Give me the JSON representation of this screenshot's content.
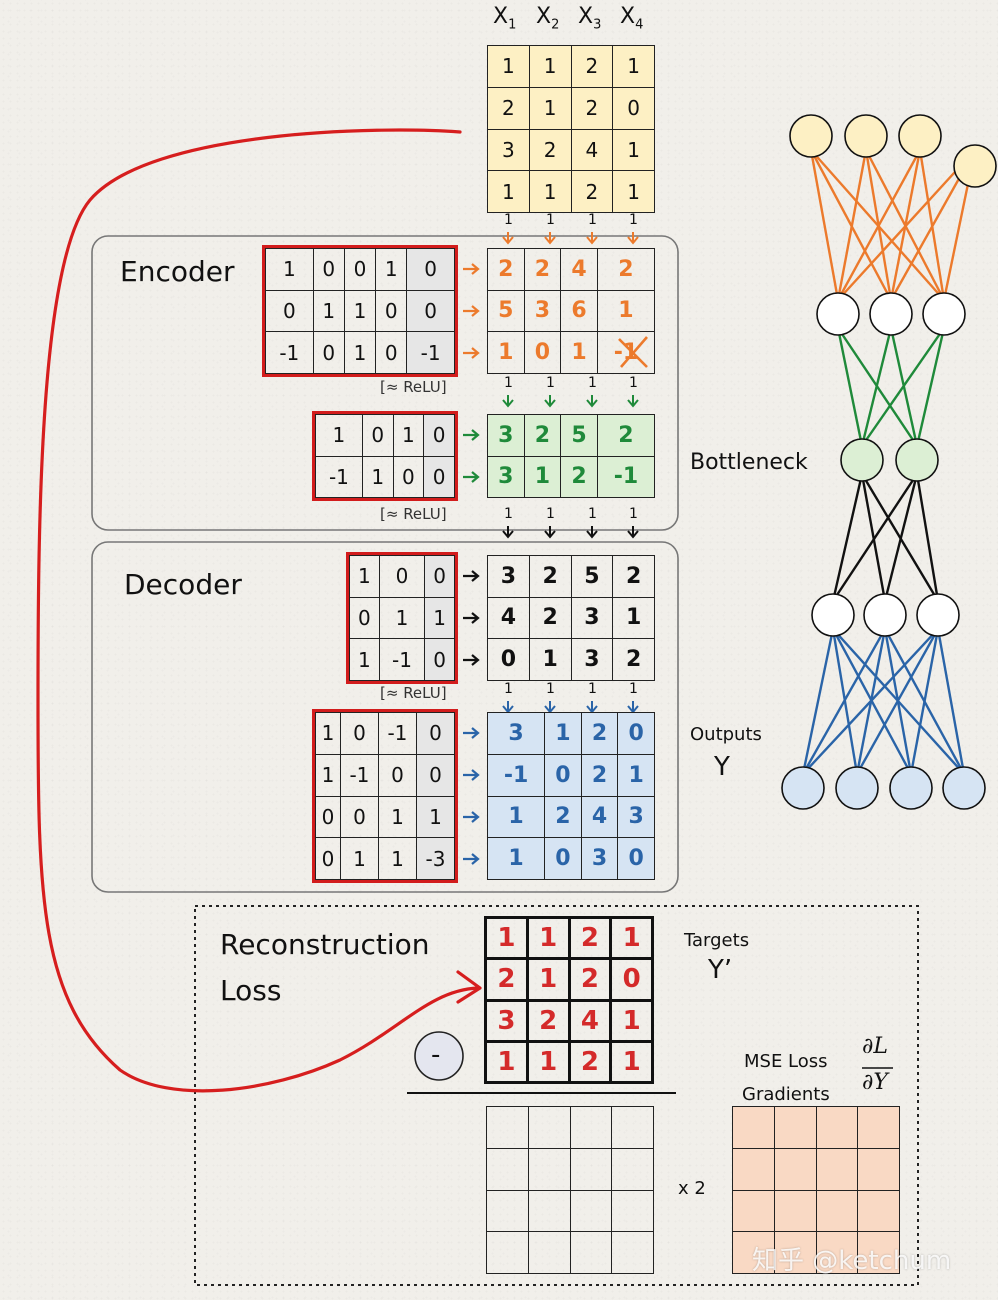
{
  "colors": {
    "input_fill": "#fdf0c4",
    "encoder1_ink": "#ec7a2c",
    "encoder2_ink": "#1f8a3a",
    "encoder2_fill": "#dcefd4",
    "decoder1_ink": "#111111",
    "decoder2_ink": "#2a64a8",
    "decoder2_fill": "#d6e4f3",
    "target_ink": "#d42a2a",
    "weight_border": "#d21c1c",
    "gradient_fill": "#f9d9c4",
    "loop_arrow": "#d61e1e"
  },
  "inputs": {
    "headers": [
      "X",
      "X",
      "X",
      "X"
    ],
    "header_subs": [
      "1",
      "2",
      "3",
      "4"
    ],
    "matrix": [
      [
        "1",
        "1",
        "2",
        "1"
      ],
      [
        "2",
        "1",
        "2",
        "0"
      ],
      [
        "3",
        "2",
        "4",
        "1"
      ],
      [
        "1",
        "1",
        "2",
        "1"
      ]
    ]
  },
  "encoder": {
    "title": "Encoder",
    "bias_markers_1": [
      "1",
      "1",
      "1",
      "1"
    ],
    "weights_1": [
      [
        "1",
        "0",
        "0",
        "1",
        "0"
      ],
      [
        "0",
        "1",
        "1",
        "0",
        "0"
      ],
      [
        "-1",
        "0",
        "1",
        "0",
        "-1"
      ]
    ],
    "output_1": [
      [
        "2",
        "2",
        "4",
        "2"
      ],
      [
        "5",
        "3",
        "6",
        "1"
      ],
      [
        "1",
        "0",
        "1",
        "-1"
      ]
    ],
    "relu_1": "[≈ ReLU]",
    "bias_markers_2": [
      "1",
      "1",
      "1",
      "1"
    ],
    "weights_2": [
      [
        "1",
        "0",
        "1",
        "0"
      ],
      [
        "-1",
        "1",
        "0",
        "0"
      ]
    ],
    "output_2": [
      [
        "3",
        "2",
        "5",
        "2"
      ],
      [
        "3",
        "1",
        "2",
        "-1"
      ]
    ],
    "relu_2": "[≈ ReLU]"
  },
  "decoder": {
    "title": "Decoder",
    "bias_markers_1": [
      "1",
      "1",
      "1",
      "1"
    ],
    "weights_1": [
      [
        "1",
        "0",
        "0"
      ],
      [
        "0",
        "1",
        "1"
      ],
      [
        "1",
        "-1",
        "0"
      ]
    ],
    "output_1": [
      [
        "3",
        "2",
        "5",
        "2"
      ],
      [
        "4",
        "2",
        "3",
        "1"
      ],
      [
        "0",
        "1",
        "3",
        "2"
      ]
    ],
    "relu_1": "[≈ ReLU]",
    "bias_markers_2": [
      "1",
      "1",
      "1",
      "1"
    ],
    "weights_2": [
      [
        "1",
        "0",
        "-1",
        "0"
      ],
      [
        "1",
        "-1",
        "0",
        "0"
      ],
      [
        "0",
        "0",
        "1",
        "1"
      ],
      [
        "0",
        "1",
        "1",
        "-3"
      ]
    ],
    "output_2": [
      [
        "3",
        "1",
        "2",
        "0"
      ],
      [
        "-1",
        "0",
        "2",
        "1"
      ],
      [
        "1",
        "2",
        "4",
        "3"
      ],
      [
        "1",
        "0",
        "3",
        "0"
      ]
    ]
  },
  "loss": {
    "title_line1": "Reconstruction",
    "title_line2": "Loss",
    "minus_symbol": "-",
    "targets_label": "Targets",
    "targets_symbol": "Y’",
    "targets": [
      [
        "1",
        "1",
        "2",
        "1"
      ],
      [
        "2",
        "1",
        "2",
        "0"
      ],
      [
        "3",
        "2",
        "4",
        "1"
      ],
      [
        "1",
        "1",
        "2",
        "1"
      ]
    ],
    "multiplier": "x 2",
    "mse_line1": "MSE Loss",
    "mse_line2": "Gradients",
    "deriv_num": "∂L",
    "deriv_den": "∂Y"
  },
  "network": {
    "bottleneck_label": "Bottleneck",
    "outputs_label": "Outputs",
    "outputs_symbol": "Y",
    "layers": [
      {
        "count": 4,
        "fill": "#fdf0c4",
        "edge_color": "#ec7a2c"
      },
      {
        "count": 3,
        "fill": "#ffffff",
        "edge_color": "#1f8a3a"
      },
      {
        "count": 2,
        "fill": "#dcefd4",
        "edge_color": "#111111"
      },
      {
        "count": 3,
        "fill": "#ffffff",
        "edge_color": "#2a64a8"
      },
      {
        "count": 4,
        "fill": "#d6e4f3",
        "edge_color": null
      }
    ]
  },
  "watermark": "知乎 @ketchum"
}
